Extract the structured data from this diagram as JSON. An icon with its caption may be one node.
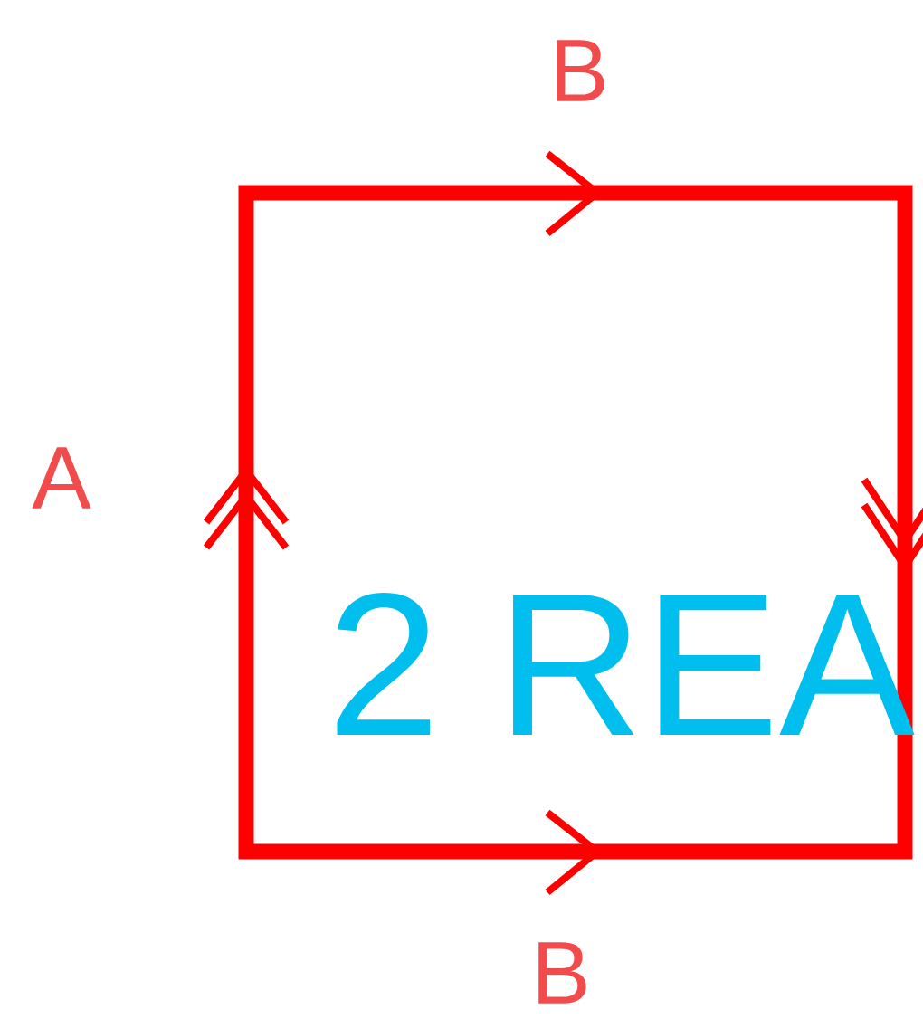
{
  "diagram": {
    "labels": [
      "B",
      "A",
      "2 REA",
      "B"
    ]
  }
}
